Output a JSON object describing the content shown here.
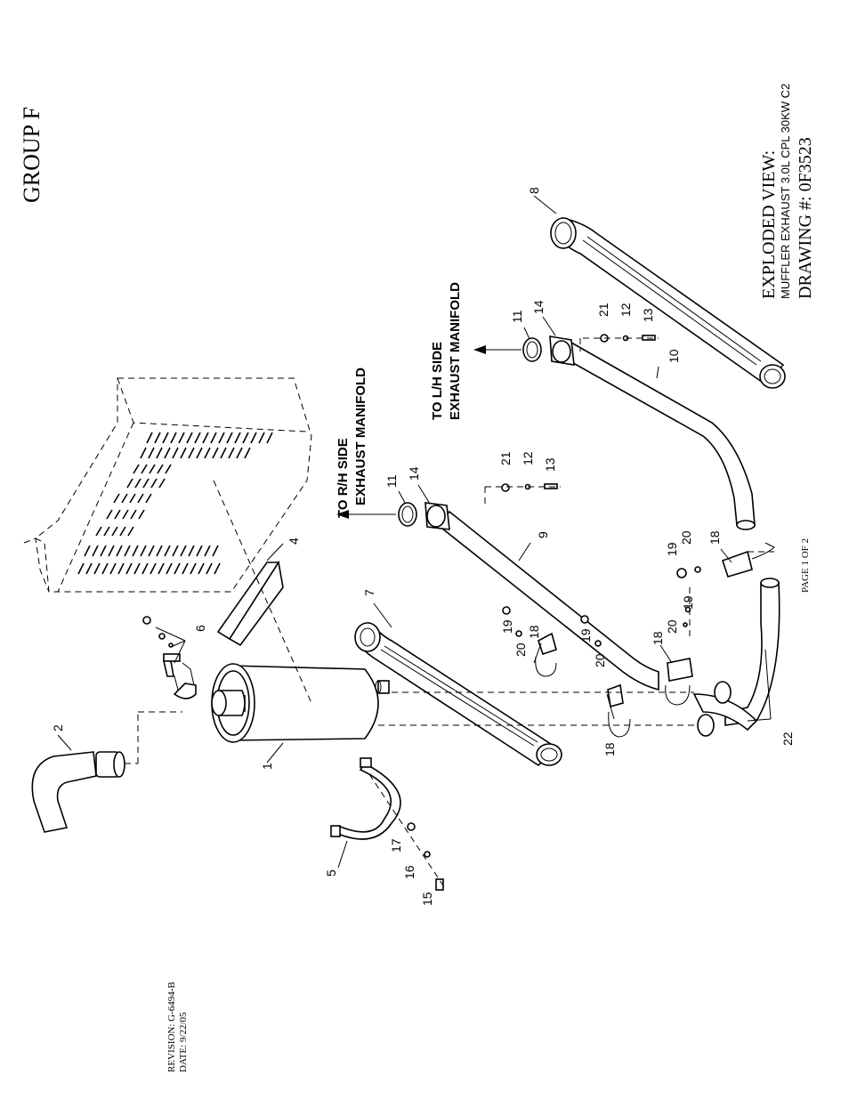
{
  "header": {
    "group": "GROUP F"
  },
  "title_block": {
    "title": "EXPLODED VIEW:",
    "subtitle": "MUFFLER EXHAUST 3.0L CPL 30KW C2",
    "drawing_number": "DRAWING #: 0F3523"
  },
  "callouts": {
    "rh_line1": "TO R/H SIDE",
    "rh_line2": "EXHAUST MANIFOLD",
    "lh_line1": "TO L/H SIDE",
    "lh_line2": "EXHAUST MANIFOLD"
  },
  "footer": {
    "page": "PAGE 1 OF 2",
    "revision": "REVISION: G-6494-B",
    "date": "DATE:  9/22/05"
  },
  "part_numbers": {
    "p1": "1",
    "p2": "2",
    "p4": "4",
    "p5": "5",
    "p6": "6",
    "p7": "7",
    "p8": "8",
    "p9": "9",
    "p10": "10",
    "p11": "11",
    "p12": "12",
    "p13": "13",
    "p14": "14",
    "p15": "15",
    "p16": "16",
    "p17": "17",
    "p18": "18",
    "p19": "19",
    "p20": "20",
    "p21": "21",
    "p22": "22"
  }
}
